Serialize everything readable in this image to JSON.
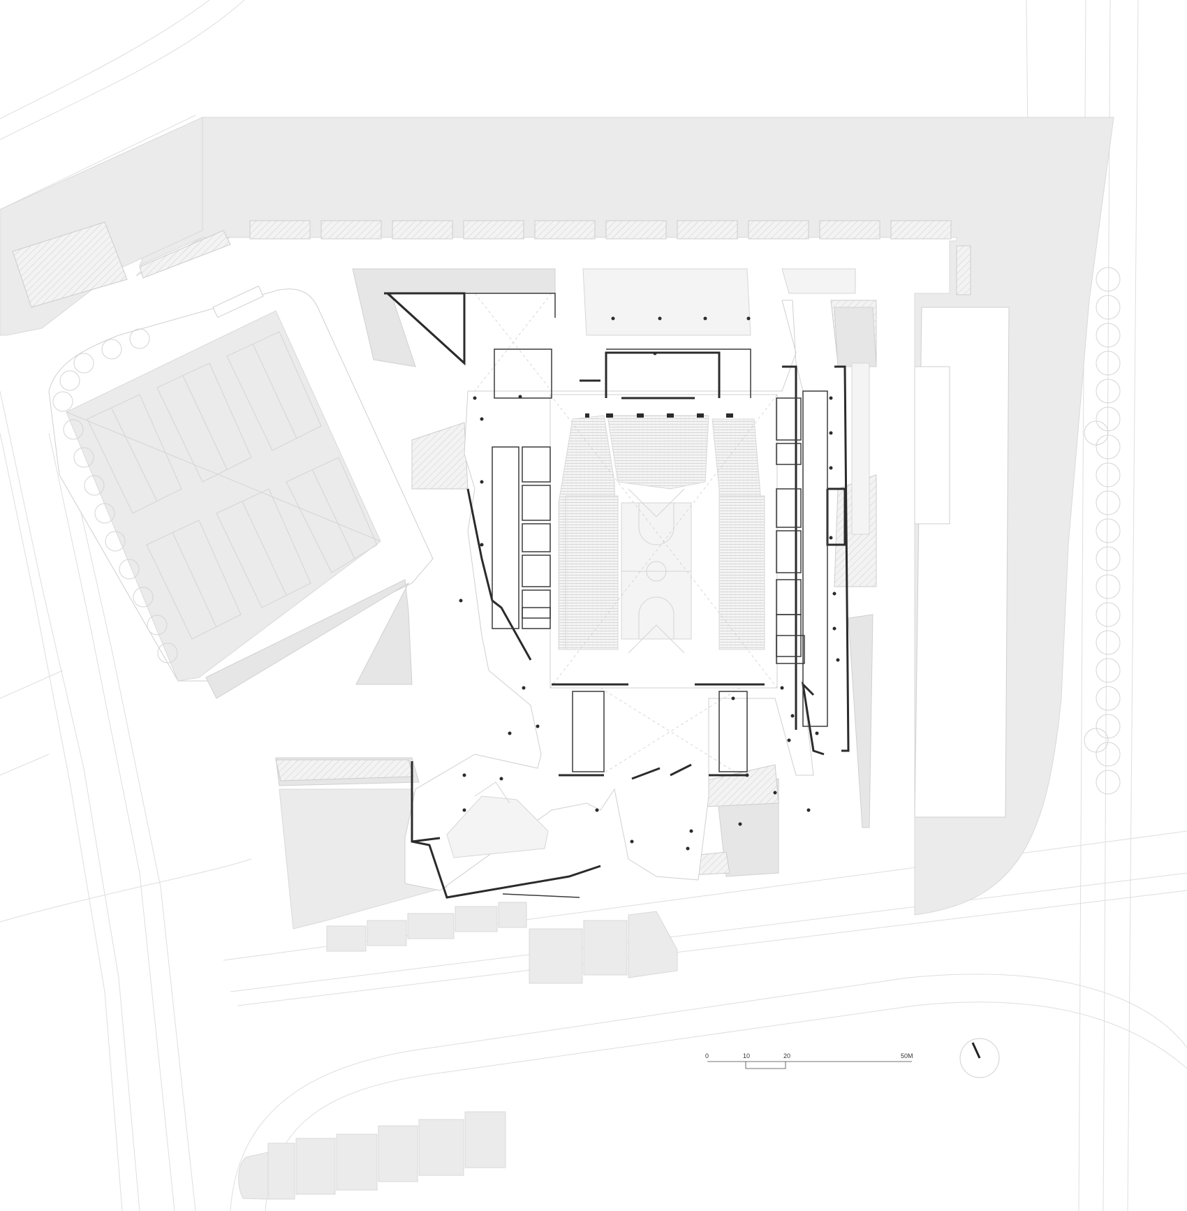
{
  "scale_bar": {
    "labels": [
      "0",
      "10",
      "20",
      "50M"
    ]
  },
  "north_arrow": {
    "icon": "north-arrow-icon"
  },
  "colors": {
    "background": "#ffffff",
    "ground_gray": "#ebebeb",
    "wall": "#2b2b2b",
    "line": "#d4d4d4"
  }
}
